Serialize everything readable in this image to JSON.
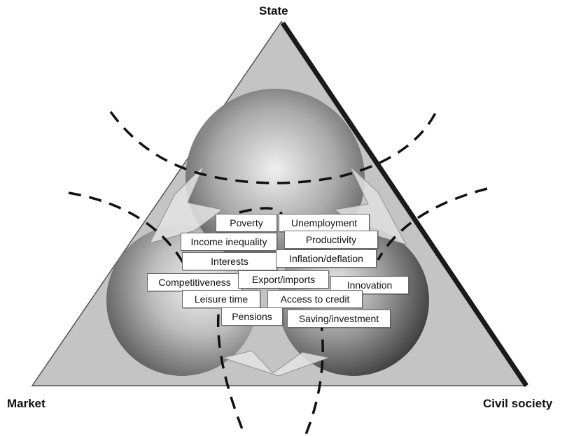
{
  "vertices": {
    "top": "State",
    "left": "Market",
    "right": "Civil society"
  },
  "factors": [
    "Poverty",
    "Unemployment",
    "Income inequality",
    "Productivity",
    "Interests",
    "Inflation/deflation",
    "Competitiveness",
    "Export/imports",
    "Innovation",
    "Leisure time",
    "Access to credit",
    "Pensions",
    "Saving/investment"
  ],
  "colors": {
    "triangle_fill": "#c4c4c4",
    "triangle_edge": "#1a1a1a",
    "dashed_line": "#111111",
    "sphere_light": "#f2f2f2",
    "sphere_dark": "#3a3a3a"
  }
}
